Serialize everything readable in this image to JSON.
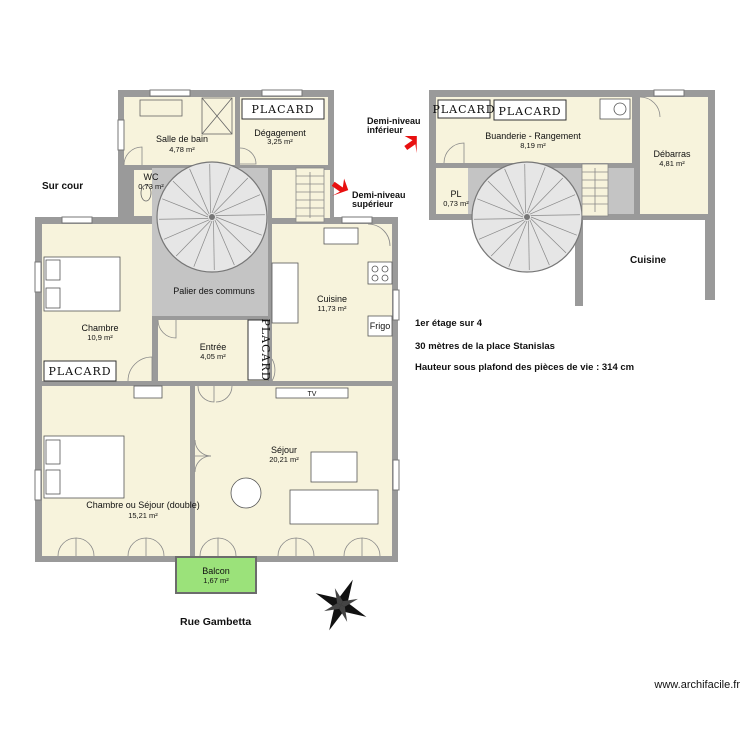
{
  "rooms": {
    "salle_de_bain": {
      "label": "Salle de bain",
      "area": "4,78 m²"
    },
    "degagement": {
      "label": "Dégagement",
      "area": "3,25 m²"
    },
    "wc": {
      "label": "WC",
      "area": "0,73 m²"
    },
    "palier": {
      "label": "Palier des communs"
    },
    "chambre": {
      "label": "Chambre",
      "area": "10,9 m²"
    },
    "entree": {
      "label": "Entrée",
      "area": "4,05 m²"
    },
    "cuisine": {
      "label": "Cuisine",
      "area": "11,73 m²"
    },
    "chambre_sejour": {
      "label": "Chambre ou Séjour (double)",
      "area": "15,21 m²"
    },
    "sejour": {
      "label": "Séjour",
      "area": "20,21 m²"
    },
    "balcon": {
      "label": "Balcon",
      "area": "1,67 m²"
    },
    "buanderie": {
      "label": "Buanderie - Rangement",
      "area": "8,19 m²"
    },
    "debarras": {
      "label": "Débarras",
      "area": "4,81 m²"
    },
    "pl": {
      "label": "PL",
      "area": "0,73 m²"
    }
  },
  "labels": {
    "placard": "PLACARD",
    "sur_cour": "Sur cour",
    "rue": "Rue Gambetta",
    "cuisine_side": "Cuisine",
    "frigo": "Frigo",
    "tv": "TV",
    "demi_sup_1": "Demi-niveau",
    "demi_sup_2": "supérieur",
    "demi_inf_1": "Demi-niveau",
    "demi_inf_2": "inférieur"
  },
  "info": {
    "line1": "1er étage sur 4",
    "line2": "30 mètres de la place Stanislas",
    "line3": "Hauteur sous plafond des pièces de vie : 314 cm"
  },
  "watermark": "www.archifacile.fr",
  "colors": {
    "floor": "#f7f3dc",
    "wall": "#9a9a9a",
    "stair_area": "#c4c4c4",
    "balcony": "#9be27a",
    "arrow": "#e81010"
  }
}
